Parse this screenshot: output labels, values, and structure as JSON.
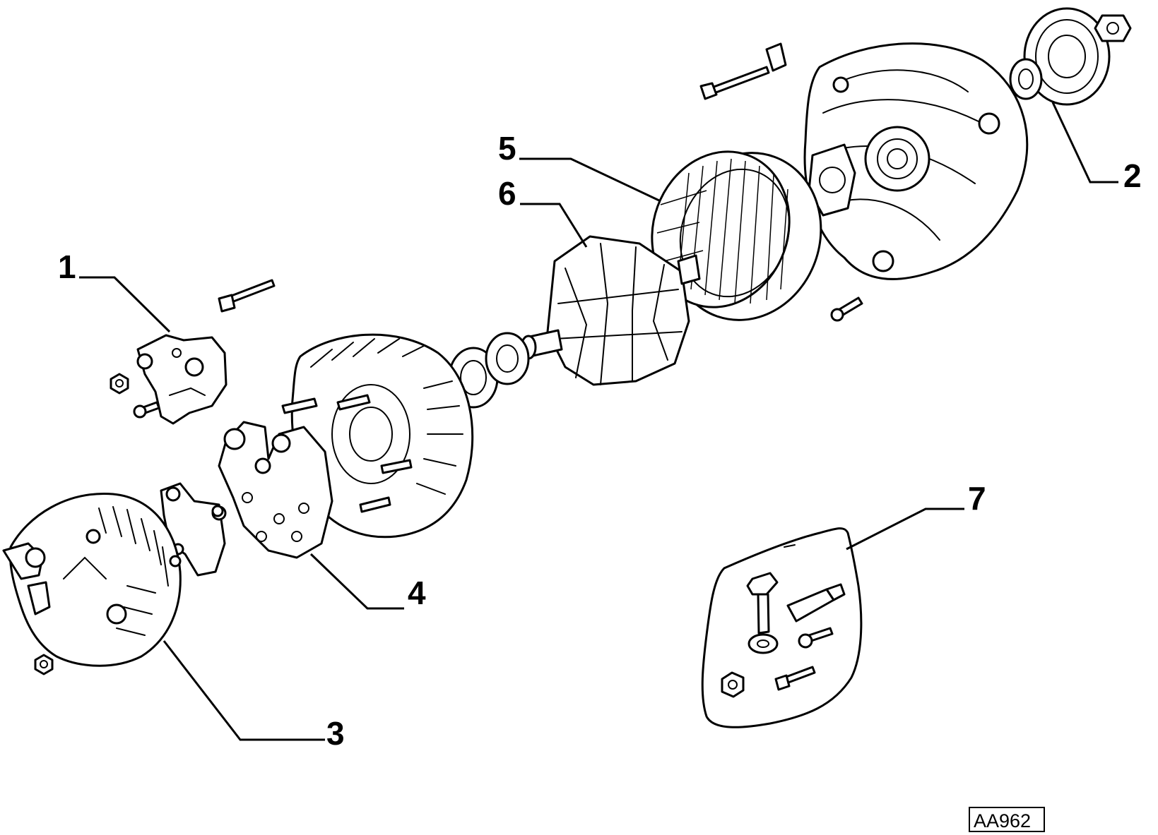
{
  "diagram": {
    "reference_code": "AA962",
    "callouts": [
      {
        "id": "1",
        "label": "1"
      },
      {
        "id": "2",
        "label": "2"
      },
      {
        "id": "3",
        "label": "3"
      },
      {
        "id": "4",
        "label": "4"
      },
      {
        "id": "5",
        "label": "5"
      },
      {
        "id": "6",
        "label": "6"
      },
      {
        "id": "7",
        "label": "7"
      }
    ]
  }
}
